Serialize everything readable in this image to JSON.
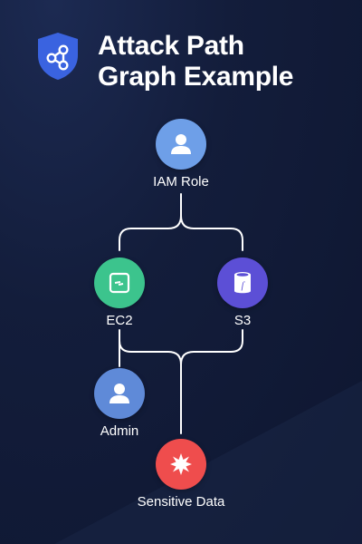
{
  "header": {
    "title_line1": "Attack Path",
    "title_line2": "Graph Example",
    "logo_icon": "shield-graph-icon"
  },
  "nodes": {
    "iam_role": {
      "label": "IAM Role",
      "icon": "user-icon",
      "color": "#6e9fe8"
    },
    "ec2": {
      "label": "EC2",
      "icon": "server-icon",
      "color": "#3cc48d"
    },
    "s3": {
      "label": "S3",
      "icon": "storage-bucket-icon",
      "color": "#5c4fd6"
    },
    "admin": {
      "label": "Admin",
      "icon": "user-icon",
      "color": "#5f8ad8"
    },
    "sensitive_data": {
      "label": "Sensitive Data",
      "icon": "alert-burst-icon",
      "color": "#ef4d4d"
    }
  },
  "colors": {
    "background": "#101a33",
    "edge": "#ffffff",
    "shield": "#3a63e0"
  }
}
